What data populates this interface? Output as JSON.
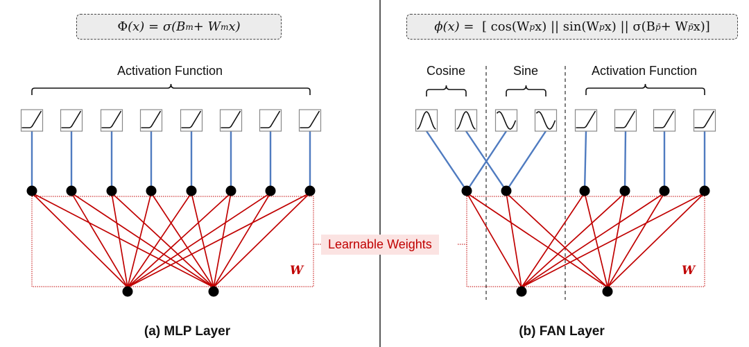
{
  "panels": {
    "mlp": {
      "formula": {
        "lhs_symbol": "Φ",
        "lhs_arg": "(x) =",
        "rhs": "σ(B",
        "rhs_sub1": "m",
        "rhs_mid": " + W",
        "rhs_sub2": "m",
        "rhs_end": "x)"
      },
      "group_label": "Activation Function",
      "activation_count": 8,
      "activation_type": "relu",
      "input_nodes": 2,
      "output_nodes": 8,
      "weight_symbol": "W",
      "caption": "(a) MLP Layer"
    },
    "fan": {
      "formula": {
        "lhs": "ϕ(x) =",
        "cos_part": "[ cos(W",
        "cos_sub": "p",
        "cos_end": "x) || sin(W",
        "sin_sub": "p",
        "sin_end": "x) || σ(B",
        "b_sub": "p̄",
        "plus": " + W",
        "w_sub": "p̄",
        "end": "x)]"
      },
      "group_labels": [
        "Cosine",
        "Sine",
        "Activation Function"
      ],
      "cosine_count": 2,
      "sine_count": 2,
      "activation_count": 4,
      "input_nodes": 2,
      "output_nodes": 6,
      "weight_symbol": "W",
      "caption": "(b) FAN Layer"
    }
  },
  "shared": {
    "learnable_weights_label": "Learnable Weights"
  },
  "colors": {
    "weight_edge": "#c00000",
    "activation_edge": "#4f7bc0",
    "node": "#000000",
    "label_bg": "#fbe3e2",
    "formula_bg": "#ececec"
  }
}
